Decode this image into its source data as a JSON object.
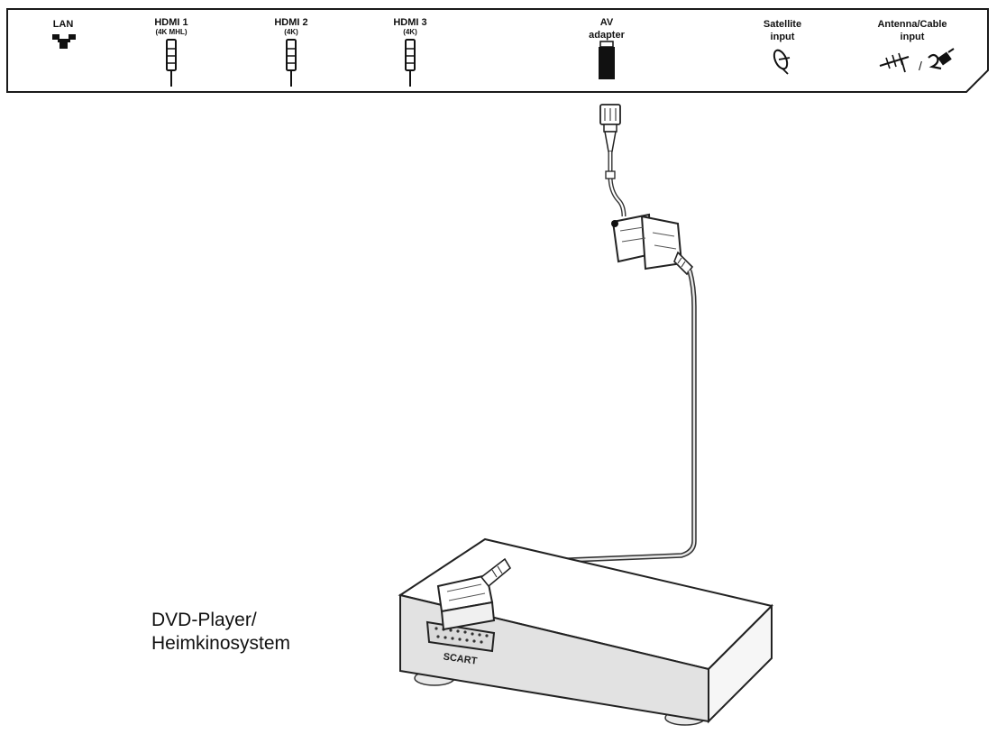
{
  "panel": {
    "ports": [
      {
        "id": "lan",
        "label": "LAN",
        "sub": ""
      },
      {
        "id": "hdmi1",
        "label": "HDMI 1",
        "sub": "(4K MHL)"
      },
      {
        "id": "hdmi2",
        "label": "HDMI 2",
        "sub": "(4K)"
      },
      {
        "id": "hdmi3",
        "label": "HDMI 3",
        "sub": "(4K)"
      },
      {
        "id": "av",
        "label": "AV",
        "sub": "adapter"
      },
      {
        "id": "satellite",
        "label": "Satellite",
        "sub": "input"
      },
      {
        "id": "antenna",
        "label": "Antenna/Cable",
        "sub": "input"
      }
    ]
  },
  "device": {
    "label_line1": "DVD-Player/",
    "label_line2": "Heimkinosystem",
    "connector_label": "SCART"
  },
  "icons": {
    "lan": "network-icon",
    "hdmi": "hdmi-plug-icon",
    "av": "av-adapter-icon",
    "satellite": "satellite-dish-icon",
    "antenna": "antenna-icon",
    "cable": "coax-plug-icon"
  }
}
